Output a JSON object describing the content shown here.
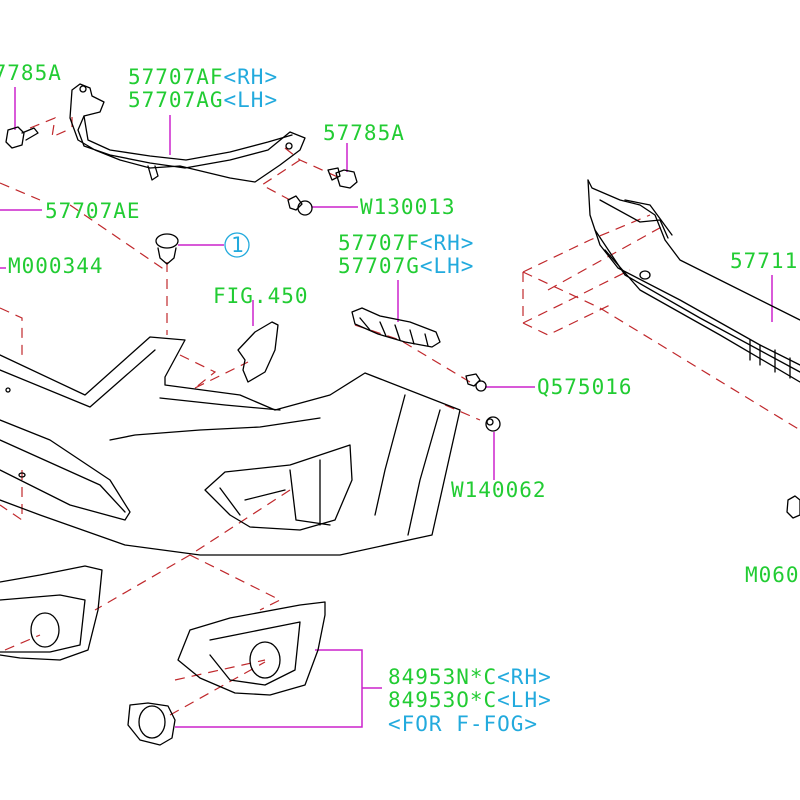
{
  "diagram": {
    "type": "exploded-parts-diagram",
    "subject": "front bumper assembly",
    "colors": {
      "part_number": "#22cc33",
      "side_note": "#22aadd",
      "leader_line": "#cc22cc",
      "assembly_line": "#c0282c",
      "part_outline": "#000000"
    },
    "labels": {
      "bolt_tl": {
        "part": "57785A"
      },
      "bracket_upper": {
        "part_rh": "57707AF",
        "side_rh": "<RH>",
        "part_lh": "57707AG",
        "side_lh": "<LH>"
      },
      "bolt_tr": {
        "part": "57785A"
      },
      "clip_w130013": {
        "part": "W130013"
      },
      "bracket_left": {
        "part": "57707AE"
      },
      "ref_1": {
        "text": "1"
      },
      "screw_left": {
        "part": "M000344"
      },
      "fig_ref": {
        "text": "FIG.450"
      },
      "bracket_side": {
        "part_rh": "57707F",
        "side_rh": "<RH>",
        "part_lh": "57707G",
        "side_lh": "<LH>"
      },
      "reinforcement": {
        "part": "57711"
      },
      "screw_q575016": {
        "part": "Q575016"
      },
      "nut_w140062": {
        "part": "W140062"
      },
      "nut_m060": {
        "part": "M060"
      },
      "fog_cover": {
        "part_rh": "84953N*C",
        "side_rh": "<RH>",
        "part_lh": "84953O*C",
        "side_lh": "<LH>",
        "note": "<FOR F-FOG>"
      }
    }
  }
}
